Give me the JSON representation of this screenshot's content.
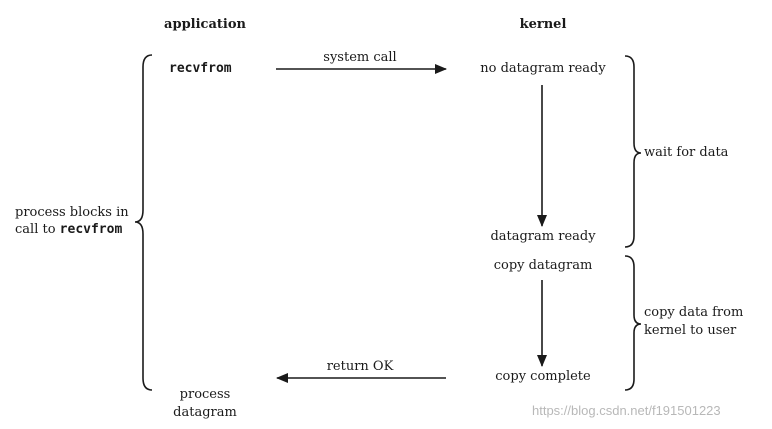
{
  "columns": {
    "application": "application",
    "kernel": "kernel"
  },
  "application": {
    "call": "recvfrom",
    "blocks_line1": "process blocks in",
    "blocks_line2_prefix": "call to ",
    "blocks_line2_code": "recvfrom",
    "process_line1": "process",
    "process_line2": "datagram"
  },
  "arrows": {
    "system_call": "system call",
    "return_ok": "return OK"
  },
  "kernel": {
    "no_datagram_ready": "no datagram ready",
    "datagram_ready": "datagram ready",
    "copy_datagram": "copy datagram",
    "copy_complete": "copy complete"
  },
  "phases": {
    "wait_for_data": "wait for data",
    "copy_line1": "copy data from",
    "copy_line2": "kernel to user"
  },
  "watermark": "https://blog.csdn.net/f191501223"
}
